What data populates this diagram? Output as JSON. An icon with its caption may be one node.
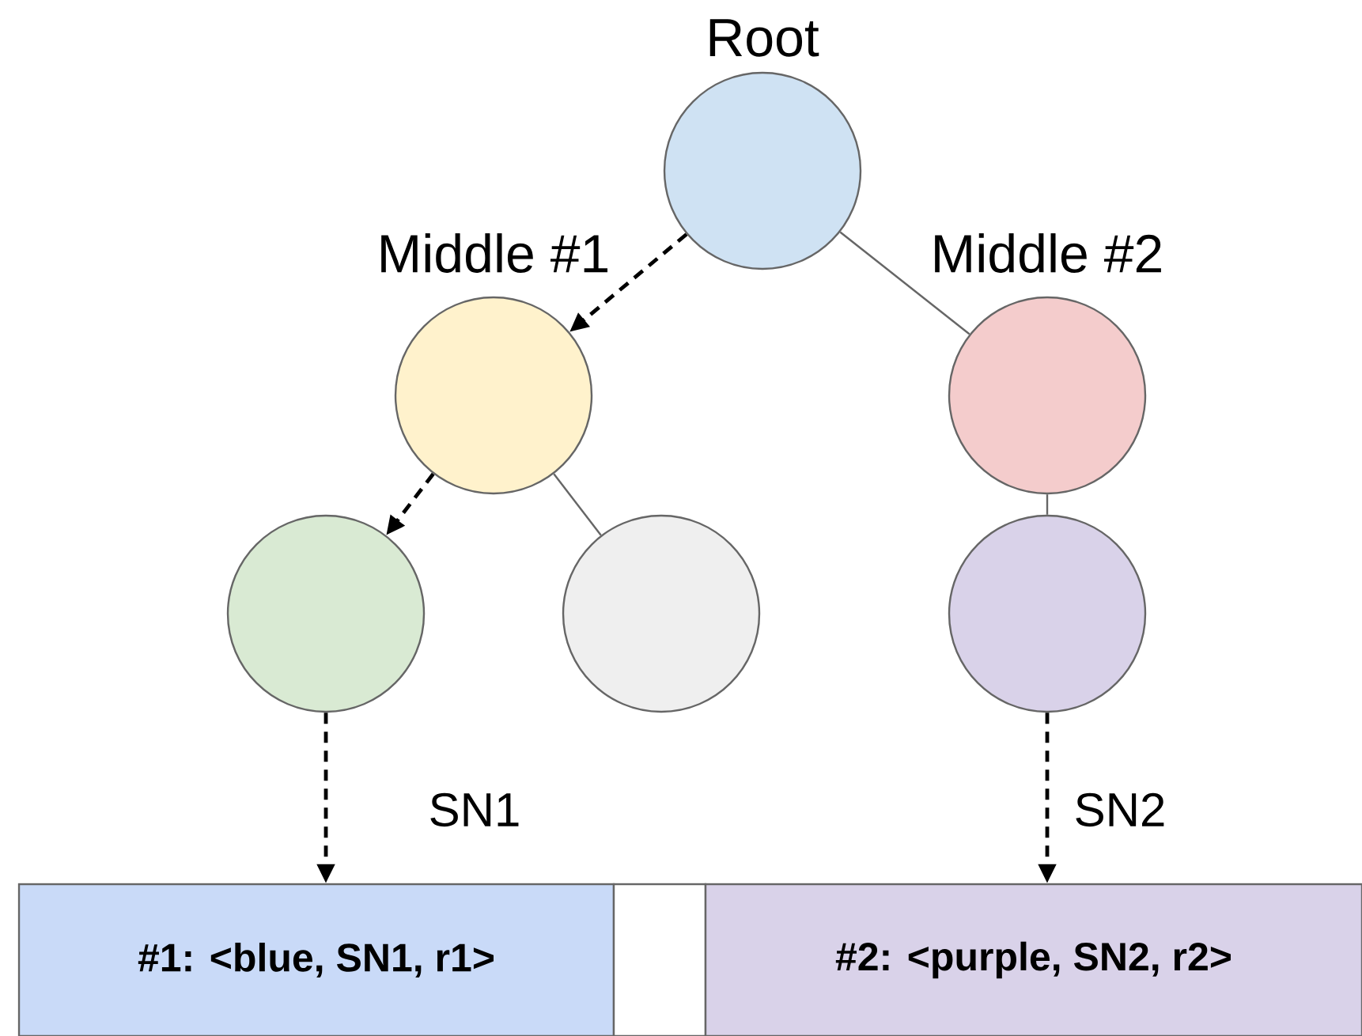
{
  "diagram": {
    "nodes": [
      {
        "text": [
          "Root"
        ]
      },
      {
        "text": [
          "Middle #1"
        ]
      },
      {
        "text": [
          "Middle #2"
        ]
      },
      {
        "text": [],
        "shape": "circle"
      },
      {
        "text": [],
        "shape": "circle"
      },
      {
        "text": [],
        "shape": "circle"
      },
      {
        "text": [
          "#1: <blue, SN1, r1>"
        ]
      },
      {
        "text": [],
        "shape": "box"
      },
      {
        "text": [
          "#2: <purple, SN2, r2>"
        ]
      }
    ],
    "edges": [
      {
        "from": 0,
        "to": 1,
        "arrow": "to",
        "style": "dashed"
      },
      {
        "from": 0,
        "to": 2,
        "arrow": "none",
        "color": "#666666"
      },
      {
        "from": 1,
        "to": 3,
        "arrow": "to",
        "style": "dashed"
      },
      {
        "from": 1,
        "to": 4,
        "arrow": "none",
        "color": "#666666"
      },
      {
        "from": 2,
        "to": 5,
        "arrow": "none",
        "color": "#666666"
      },
      {
        "from": 3,
        "to": 6,
        "arrow": "to",
        "style": "dashed",
        "label": "SN1"
      },
      {
        "from": 5,
        "to": 8,
        "arrow": "to",
        "style": "dashed",
        "label": "SN2"
      }
    ]
  }
}
